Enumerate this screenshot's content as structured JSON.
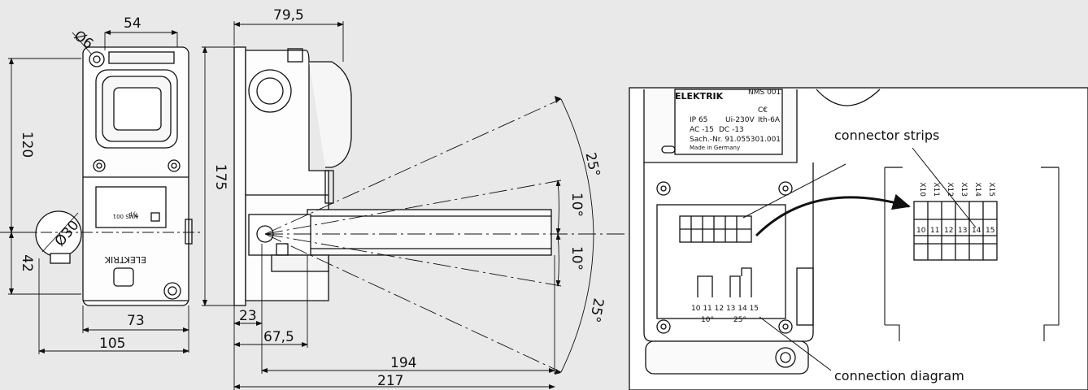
{
  "dimensions": {
    "d54": "54",
    "d6": "Ø6",
    "d79_5": "79,5",
    "d120": "120",
    "d175": "175",
    "d30": "Ø30",
    "d42": "42",
    "d73": "73",
    "d105": "105",
    "d23": "23",
    "d67_5": "67,5",
    "d194": "194",
    "d217": "217",
    "a25_top": "25°",
    "a10_top": "10°",
    "a10_bot": "10°",
    "a25_bot": "25°"
  },
  "front_label": {
    "line1": "ELEKTRIK",
    "line2": "Typ",
    "line3": "NMS 001"
  },
  "detail": {
    "plate": {
      "brand": "ELEKTRIK",
      "model": "NMS 001",
      "ip": "IP 65",
      "voltage": "Ui-230V",
      "current": "Ith-6A",
      "ce": "C€",
      "ac": "AC -15",
      "dc": "DC -13",
      "sach": "Sach.-Nr. 91.055301.001",
      "made": "Made in Germany"
    },
    "connector_strips_label": "connector strips",
    "connection_diagram_label": "connection diagram",
    "terminals": [
      "10",
      "11",
      "12",
      "13",
      "14",
      "15"
    ],
    "terminal_tags": [
      "X10",
      "X11",
      "X12",
      "X13",
      "X14",
      "X15"
    ],
    "diagram_numbers": "10 11 12 13 14 15",
    "diagram_angle_10": "10°",
    "diagram_angle_25": "25°"
  }
}
